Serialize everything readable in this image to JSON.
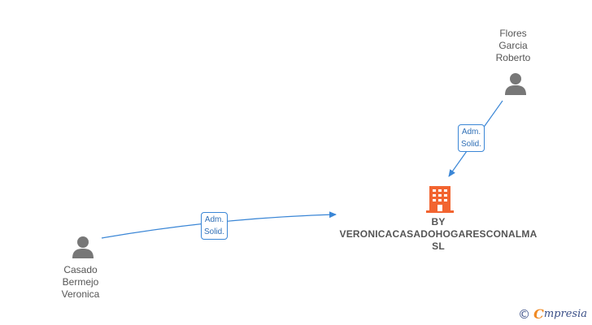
{
  "nodes": {
    "person_top": {
      "name": "Flores\nGarcia\nRoberto",
      "icon": "person-icon"
    },
    "person_left": {
      "name": "Casado\nBermejo\nVeronica",
      "icon": "person-icon"
    },
    "company": {
      "name": "BY\nVERONICACASADOHOGARESCONALMA\nSL",
      "icon": "building-icon"
    }
  },
  "edges": [
    {
      "from": "person_top",
      "to": "company",
      "label": "Adm.\nSolid."
    },
    {
      "from": "person_left",
      "to": "company",
      "label": "Adm.\nSolid."
    }
  ],
  "colors": {
    "person": "#777777",
    "company": "#f26430",
    "link": "#3a86d6",
    "label_text": "#555555"
  },
  "brand": {
    "copyright_symbol": "©",
    "initial": "C",
    "rest": "mpresia"
  }
}
